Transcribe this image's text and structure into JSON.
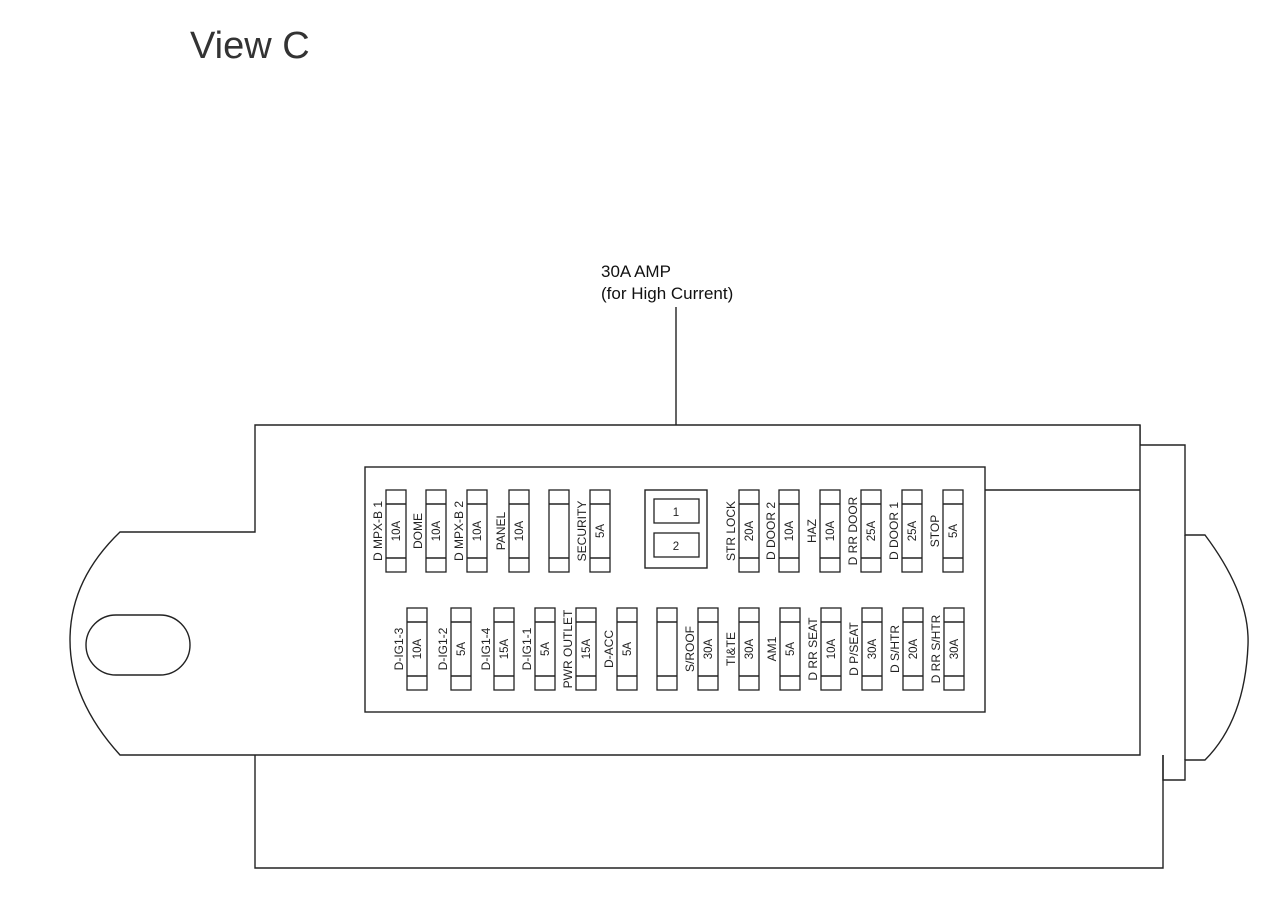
{
  "diagram": {
    "title": "View C",
    "callout": [
      "30A AMP",
      "(for High Current)"
    ],
    "relay": [
      "1",
      "2"
    ],
    "top_row": {
      "fuses": [
        {
          "name": "D MPX-B 1",
          "value": "10A"
        },
        {
          "name": "DOME",
          "value": "10A"
        },
        {
          "name": "D MPX-B 2",
          "value": "10A"
        },
        {
          "name": "PANEL",
          "value": "10A"
        },
        {
          "name": "",
          "value": ""
        },
        {
          "name": "SECURITY",
          "value": "5A"
        },
        {
          "name": "STR LOCK",
          "value": "20A"
        },
        {
          "name": "D DOOR 2",
          "value": "10A"
        },
        {
          "name": "HAZ",
          "value": "10A"
        },
        {
          "name": "D RR DOOR",
          "value": "25A"
        },
        {
          "name": "D DOOR 1",
          "value": "25A"
        },
        {
          "name": "STOP",
          "value": "5A"
        }
      ]
    },
    "bottom_row": {
      "fuses": [
        {
          "name": "D-IG1-3",
          "value": "10A"
        },
        {
          "name": "D-IG1-2",
          "value": "5A"
        },
        {
          "name": "D-IG1-4",
          "value": "15A"
        },
        {
          "name": "D-IG1-1",
          "value": "5A"
        },
        {
          "name": "PWR OUTLET",
          "value": "15A"
        },
        {
          "name": "D-ACC",
          "value": "5A"
        },
        {
          "name": "",
          "value": ""
        },
        {
          "name": "S/ROOF",
          "value": "30A"
        },
        {
          "name": "TI&TE",
          "value": "30A"
        },
        {
          "name": "AM1",
          "value": "5A"
        },
        {
          "name": "D RR SEAT",
          "value": "10A"
        },
        {
          "name": "D P/SEAT",
          "value": "30A"
        },
        {
          "name": "D S/HTR",
          "value": "20A"
        },
        {
          "name": "D RR S/HTR",
          "value": "30A"
        }
      ]
    }
  }
}
